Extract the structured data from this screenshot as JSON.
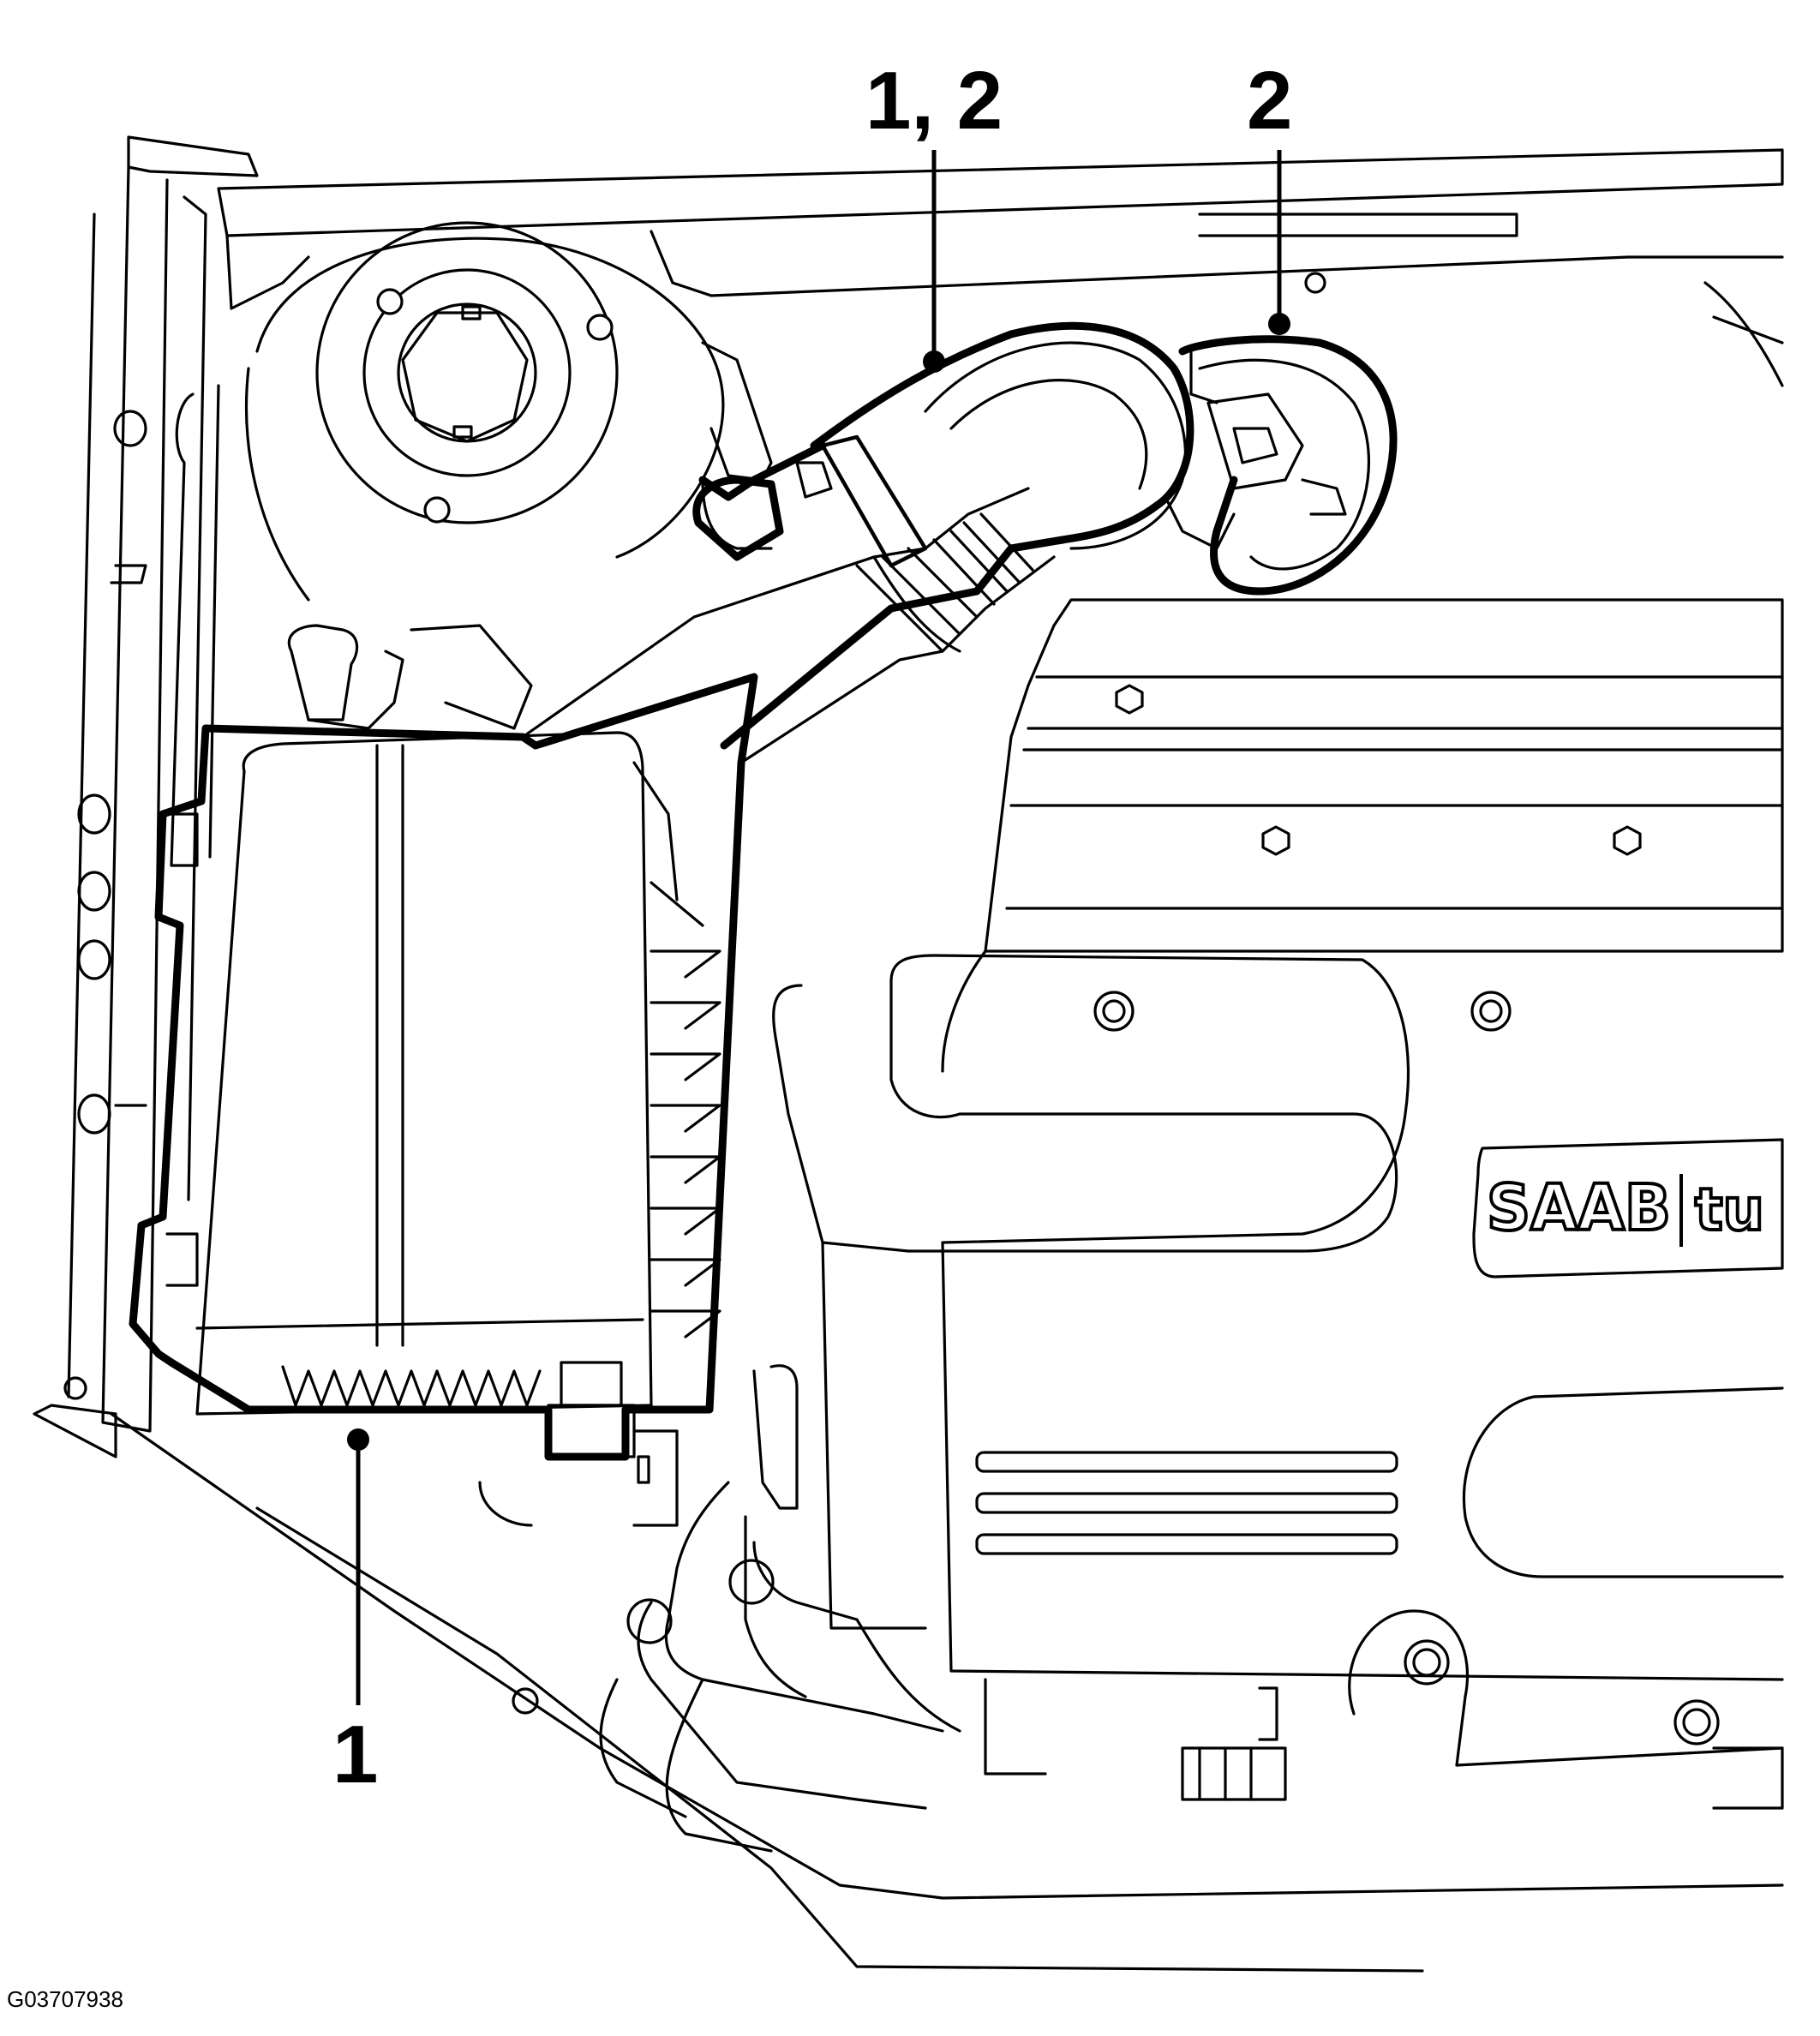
{
  "figure": {
    "code": "G03707938",
    "brand_badge": "SAAB",
    "badge_suffix": "tu"
  },
  "callouts": [
    {
      "id": "callout-1-2",
      "text": "1, 2"
    },
    {
      "id": "callout-2",
      "text": "2"
    },
    {
      "id": "callout-1",
      "text": "1"
    }
  ]
}
